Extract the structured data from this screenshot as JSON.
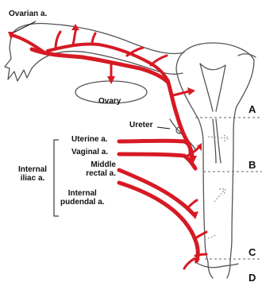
{
  "labels": {
    "ovarian_artery": "Ovarian a.",
    "ovary": "Ovary",
    "ureter": "Ureter",
    "internal_iliac_line1": "Internal",
    "internal_iliac_line2": "iliac a.",
    "uterine_artery": "Uterine a.",
    "vaginal_artery": "Vaginal a.",
    "middle_rectal_line1": "Middle",
    "middle_rectal_line2": "rectal a.",
    "internal_pudendal_line1": "Internal",
    "internal_pudendal_line2": "pudendal a."
  },
  "levels": [
    "A",
    "B",
    "C",
    "D"
  ],
  "colors": {
    "artery": "#d61a24",
    "outline": "#555555",
    "text": "#111111",
    "dashed": "#666666"
  }
}
